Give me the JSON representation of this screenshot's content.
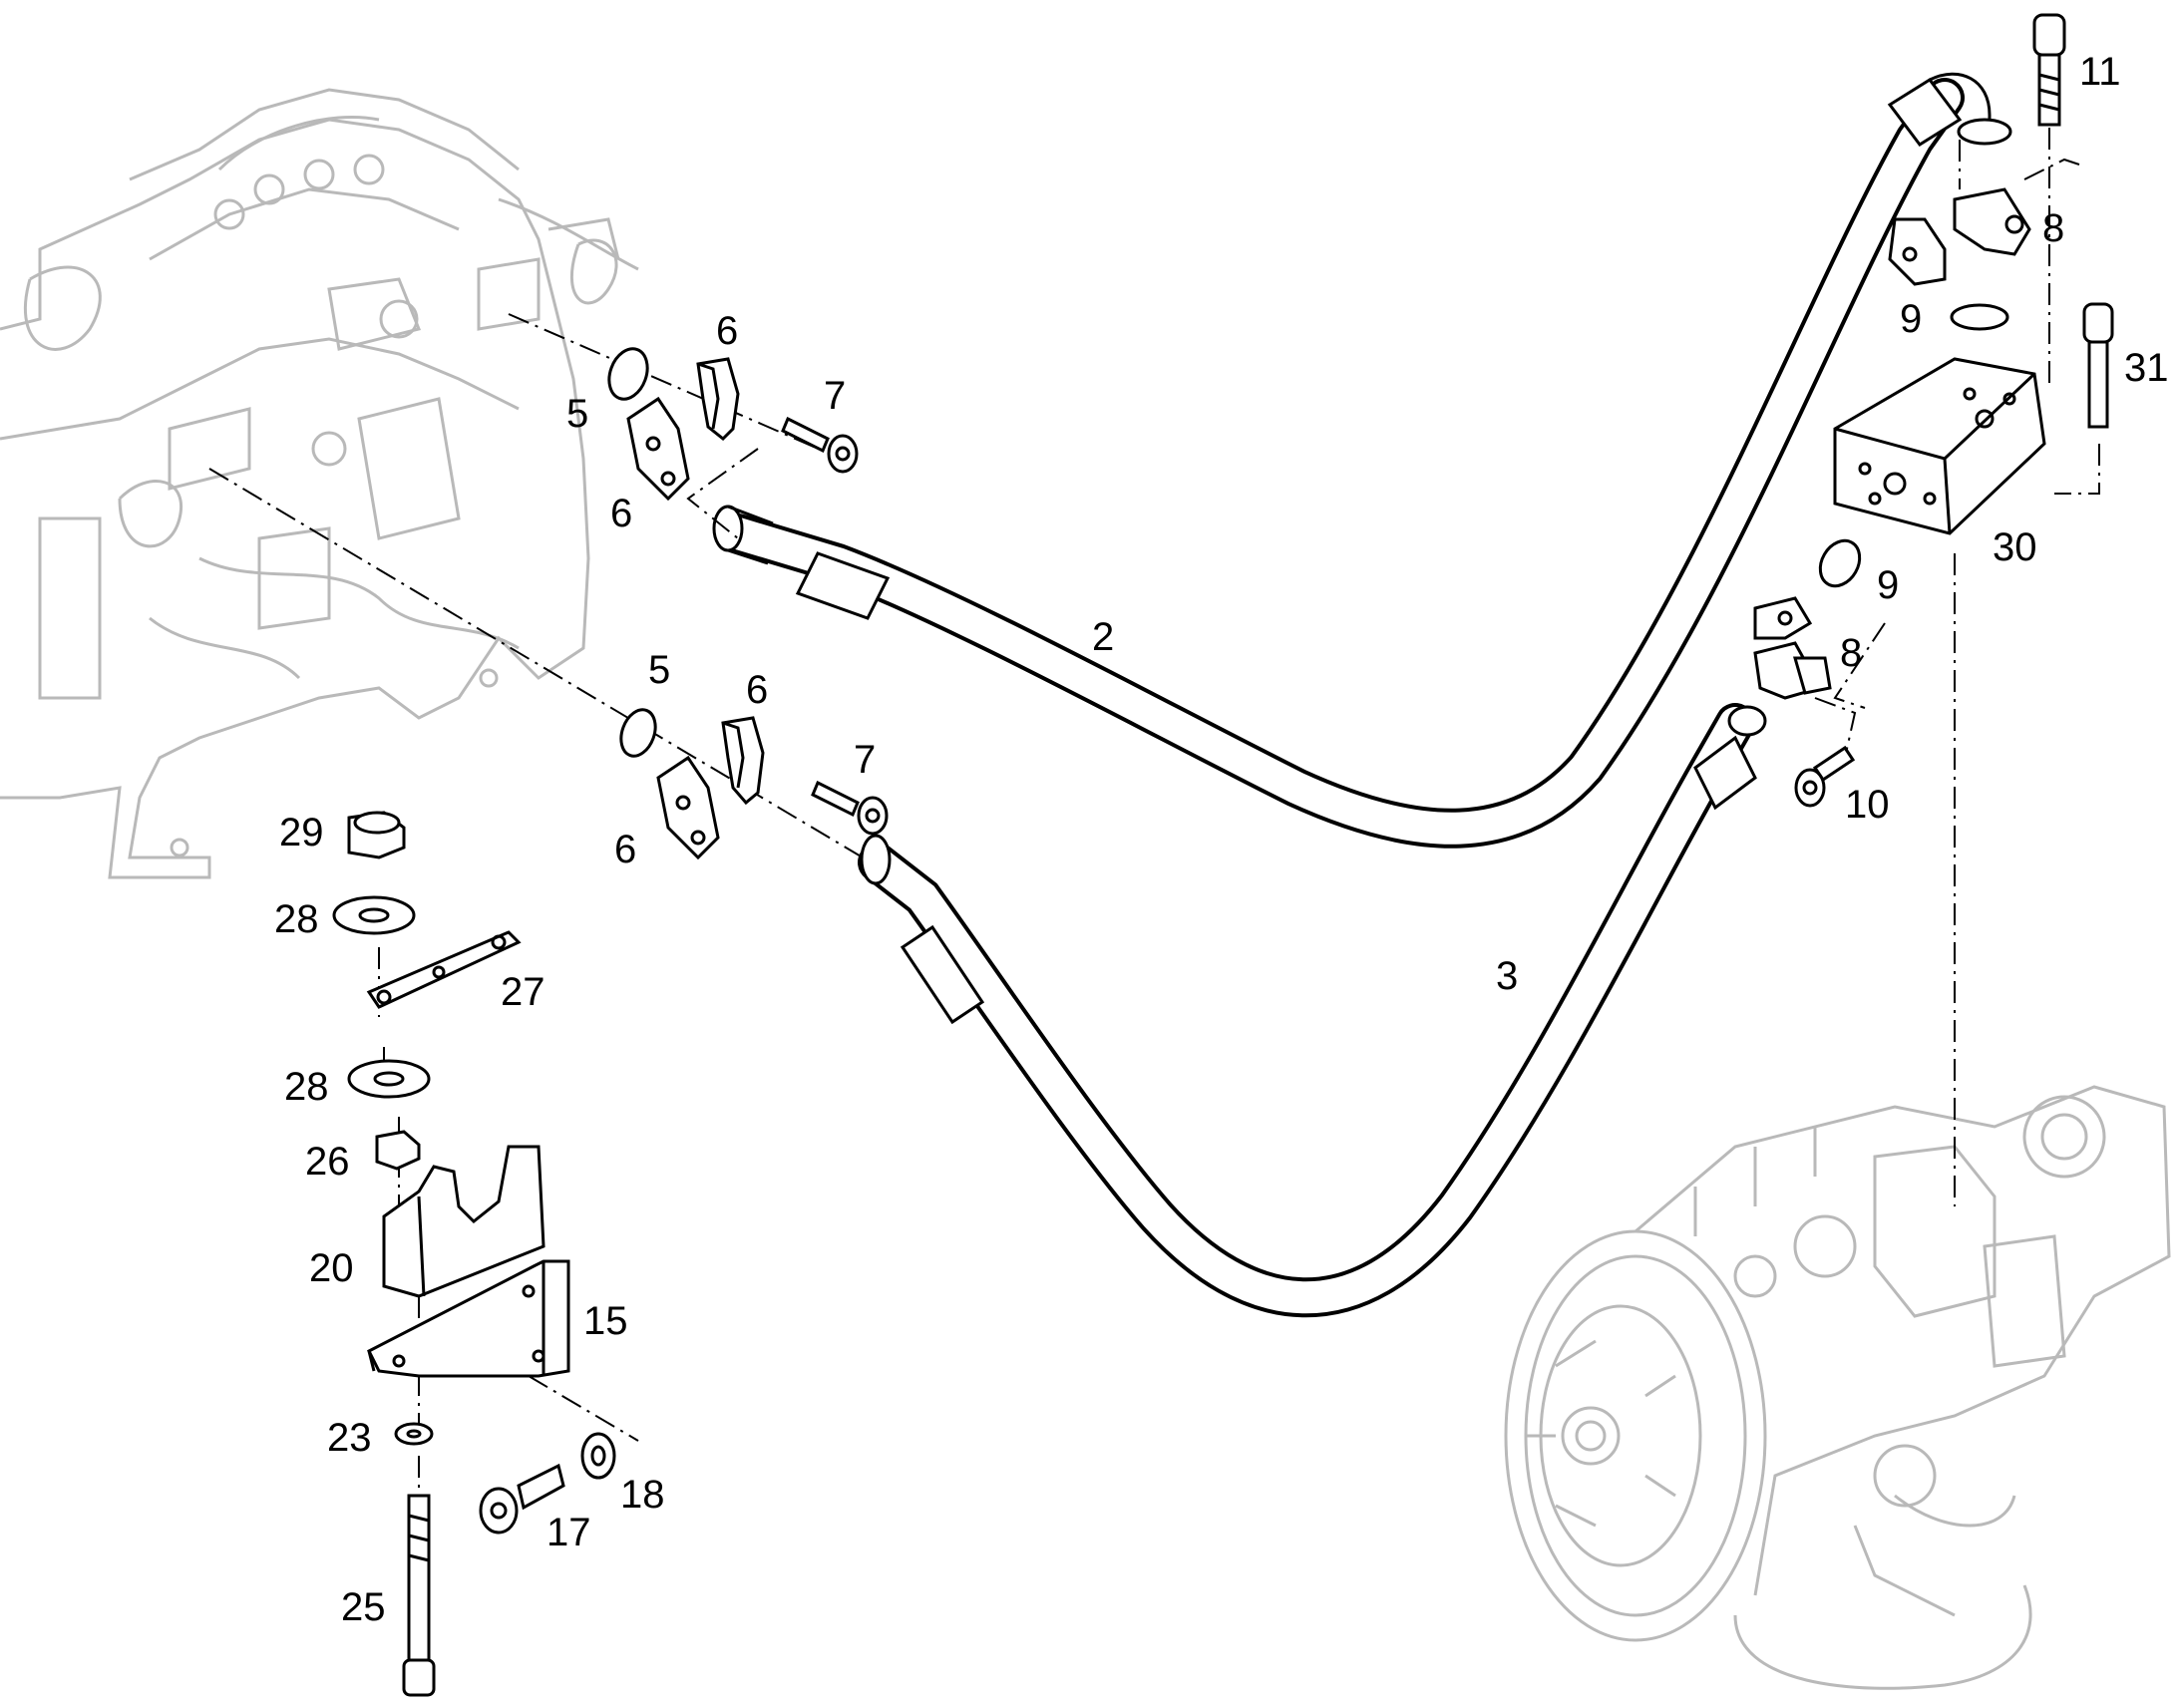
{
  "callouts": {
    "c2": "2",
    "c3": "3",
    "c5a": "5",
    "c5b": "5",
    "c6a": "6",
    "c6b": "6",
    "c6c": "6",
    "c6d": "6",
    "c7a": "7",
    "c7b": "7",
    "c8a": "8",
    "c8b": "8",
    "c9a": "9",
    "c9b": "9",
    "c10": "10",
    "c11": "11",
    "c15": "15",
    "c17": "17",
    "c18": "18",
    "c20": "20",
    "c23": "23",
    "c25": "25",
    "c26": "26",
    "c27": "27",
    "c28a": "28",
    "c28b": "28",
    "c29": "29",
    "c30": "30",
    "c31": "31"
  },
  "colors": {
    "ink": "#000000",
    "faint": "#b9b9b9",
    "background": "#ffffff"
  },
  "icons": {
    "engine": "engine-block-icon",
    "pump": "hydraulic-pump-icon",
    "hose": "hydraulic-hose-icon",
    "block": "manifold-block-icon"
  }
}
